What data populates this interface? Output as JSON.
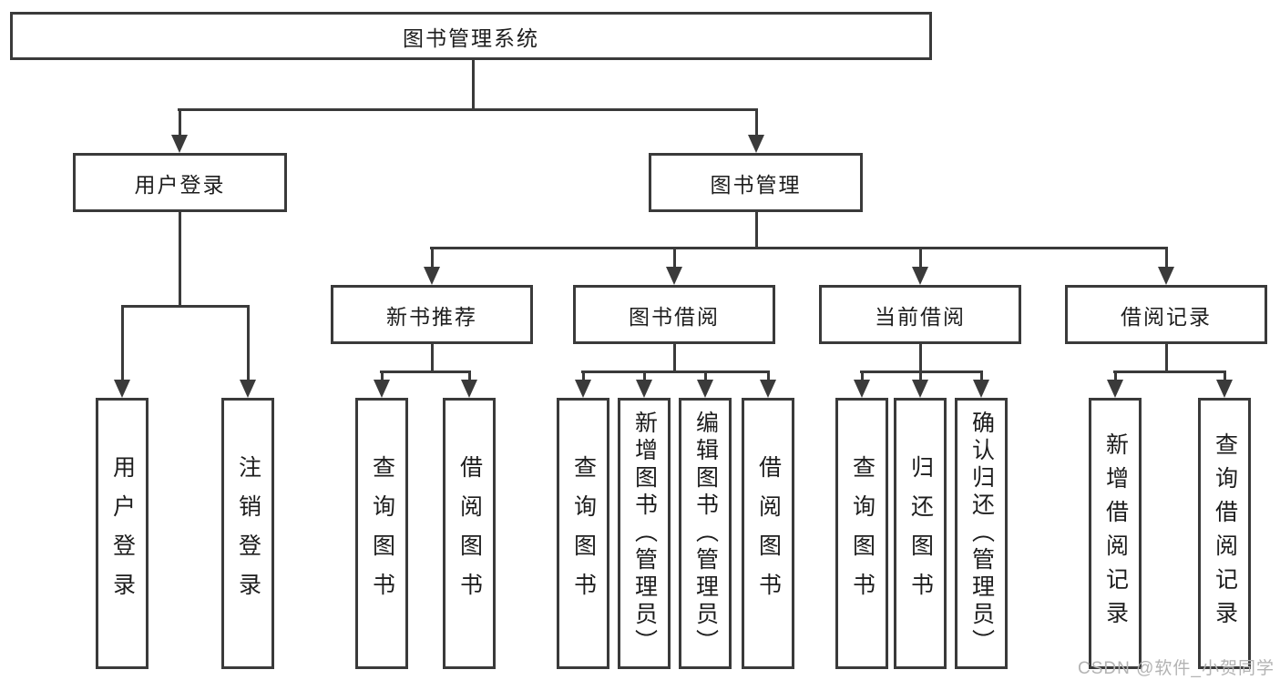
{
  "tree": {
    "root": "图书管理系统",
    "children": [
      {
        "label": "用户登录",
        "children": [
          {
            "label": "用户登录"
          },
          {
            "label": "注销登录"
          }
        ]
      },
      {
        "label": "图书管理",
        "children": [
          {
            "label": "新书推荐",
            "children": [
              {
                "label": "查询图书"
              },
              {
                "label": "借阅图书"
              }
            ]
          },
          {
            "label": "图书借阅",
            "children": [
              {
                "label": "查询图书"
              },
              {
                "label": "新增图书（管理员）"
              },
              {
                "label": "编辑图书（管理员）"
              },
              {
                "label": "借阅图书"
              }
            ]
          },
          {
            "label": "当前借阅",
            "children": [
              {
                "label": "查询图书"
              },
              {
                "label": "归还图书"
              },
              {
                "label": "确认归还（管理员）"
              }
            ]
          },
          {
            "label": "借阅记录",
            "children": [
              {
                "label": "新增借阅记录"
              },
              {
                "label": "查询借阅记录"
              }
            ]
          }
        ]
      }
    ]
  },
  "colors": {
    "line": "#3a3a3a",
    "text": "#1d1d1d",
    "watermark": "#b3b3b3"
  },
  "watermark": {
    "text": "CSDN @软件_小贺同学"
  }
}
